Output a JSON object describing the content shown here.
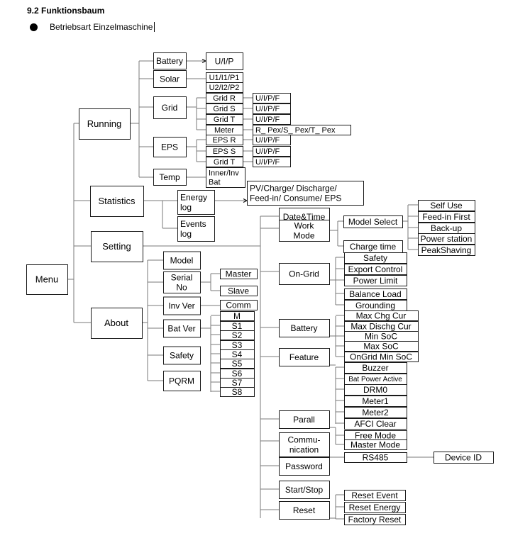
{
  "section": {
    "number": "9.2",
    "title": "Funktionsbaum"
  },
  "mode_label": "Betriebsart Einzelmaschine",
  "colors": {
    "line": "#7a7a7a",
    "box_border": "#1a1a1a",
    "text": "#000000"
  },
  "tree": {
    "root": "Menu",
    "running": {
      "label": "Running",
      "battery": "Battery",
      "battery_value": "U/I/P",
      "solar": "Solar",
      "solar_values": [
        "U1/I1/P1",
        "U2/I2/P2"
      ],
      "grid": "Grid",
      "grid_rows": [
        {
          "label": "Grid R",
          "value": "U/I/P/F"
        },
        {
          "label": "Grid S",
          "value": "U/I/P/F"
        },
        {
          "label": "Grid T",
          "value": "U/I/P/F"
        },
        {
          "label": "Meter",
          "value": "R_ Pex/S_ Pex/T_ Pex"
        }
      ],
      "eps": "EPS",
      "eps_rows": [
        {
          "label": "EPS R",
          "value": "U/I/P/F"
        },
        {
          "label": "EPS S",
          "value": "U/I/P/F"
        },
        {
          "label": "Grid T",
          "value": "U/I/P/F"
        }
      ],
      "temp": "Temp",
      "temp_values": [
        "Inner/Inv",
        "Bat"
      ]
    },
    "statistics": {
      "label": "Statistics",
      "energy_log": [
        "Energy",
        "log"
      ],
      "energy_values": [
        "PV/Charge/ Discharge/",
        "Feed-in/ Consume/ EPS"
      ],
      "events_log": [
        "Events",
        "log"
      ]
    },
    "setting": {
      "label": "Setting",
      "date_time": "Date&Time",
      "work_mode": [
        "Work",
        "Mode"
      ],
      "model_select": "Model Select",
      "modes": [
        "Self Use",
        "Feed-in First",
        "Back-up",
        "Power station",
        "PeakShaving"
      ],
      "charge_time": "Charge time",
      "on_grid": "On-Grid",
      "on_grid_items": [
        "Safety",
        "Export Control",
        "Power Limit",
        "Balance Load",
        "Grounding"
      ],
      "battery": "Battery",
      "battery_items": [
        "Max Chg Cur",
        "Max Dischg Cur",
        "Min SoC",
        "Max SoC",
        "OnGrid Min SoC"
      ],
      "feature": "Feature",
      "feature_items": [
        "Buzzer",
        "Bat Power Active",
        "DRM0",
        "Meter1",
        "Meter2",
        "AFCI Clear"
      ],
      "parall": "Parall",
      "parall_items": [
        "Free Mode",
        "Master Mode"
      ],
      "communication": [
        "Commu-",
        "nication"
      ],
      "rs485": "RS485",
      "device_id": "Device ID",
      "password": "Password",
      "start_stop": "Start/Stop",
      "reset": "Reset",
      "reset_items": [
        "Reset Event",
        "Reset Energy",
        "Factory Reset"
      ]
    },
    "about": {
      "label": "About",
      "model": "Model",
      "serial_no": [
        "Serial",
        "No"
      ],
      "serial_items": [
        "Master",
        "Slave"
      ],
      "inv_ver": "Inv Ver",
      "inv_items": [
        "Comm"
      ],
      "bat_ver": "Bat Ver",
      "bat_items": [
        "M",
        "S1",
        "S2",
        "S3",
        "S4",
        "S5",
        "S6",
        "S7",
        "S8"
      ],
      "safety": "Safety",
      "pqrm": "PQRM"
    }
  }
}
